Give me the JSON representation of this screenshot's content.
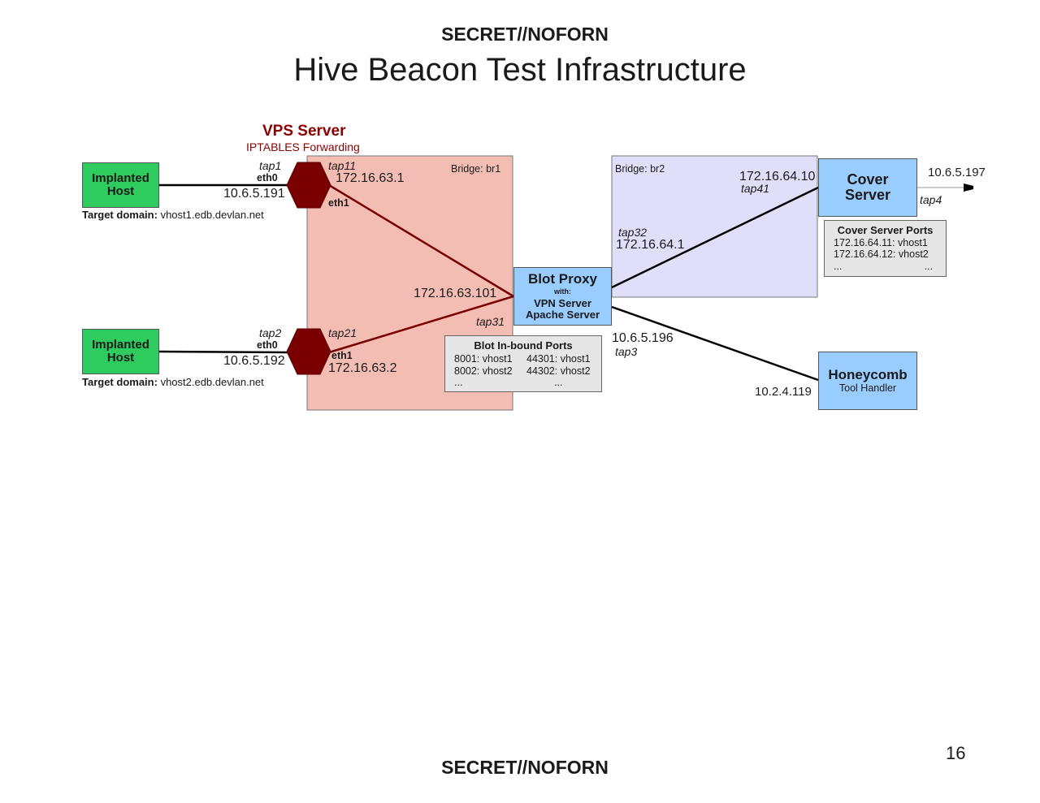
{
  "header": {
    "classification": "SECRET//NOFORN",
    "title": "Hive Beacon Test Infrastructure"
  },
  "footer": {
    "classification": "SECRET//NOFORN",
    "page_number": "16"
  },
  "colors": {
    "host_green": "#2ecc5f",
    "server_blue": "#99ccff",
    "bridge1_fill": "#f4bdb3",
    "bridge2_fill": "#dfdffa",
    "vps_dark_red": "#7a0000",
    "vps_title_red": "#8b0000",
    "ports_box_gray": "#e6e6e6"
  },
  "vps": {
    "title": "VPS Server",
    "subtitle": "IPTABLES Forwarding"
  },
  "bridges": {
    "br1": "Bridge: br1",
    "br2": "Bridge: br2"
  },
  "implanted_hosts": [
    {
      "label_line1": "Implanted",
      "label_line2": "Host",
      "target_label": "Target domain:",
      "target_value": "vhost1.edb.devlan.net",
      "tap": "tap1",
      "eth": "eth0",
      "ip": "10.6.5.191"
    },
    {
      "label_line1": "Implanted",
      "label_line2": "Host",
      "target_label": "Target domain:",
      "target_value": "vhost2.edb.devlan.net",
      "tap": "tap2",
      "eth": "eth0",
      "ip": "10.6.5.192"
    }
  ],
  "vps_interfaces": [
    {
      "tap": "tap11",
      "ip": "172.16.63.1",
      "eth": "eth1"
    },
    {
      "tap": "tap21",
      "ip": "172.16.63.2",
      "eth": "eth1"
    }
  ],
  "blot_proxy": {
    "title": "Blot Proxy",
    "with": "with:",
    "line1": "VPN Server",
    "line2": "Apache Server",
    "br1_ip": "172.16.63.101",
    "br1_tap": "tap31",
    "br2_tap": "tap32",
    "br2_ip": "172.16.64.1",
    "out_ip": "10.6.5.196",
    "out_tap": "tap3"
  },
  "blot_ports": {
    "title": "Blot In-bound Ports",
    "rows": [
      [
        "8001: vhost1",
        "44301: vhost1"
      ],
      [
        "8002: vhost2",
        "44302: vhost2"
      ],
      [
        "...",
        "..."
      ]
    ]
  },
  "cover_server": {
    "line1": "Cover",
    "line2": "Server",
    "in_ip": "172.16.64.10",
    "in_tap": "tap41",
    "out_ip": "10.6.5.197",
    "out_tap": "tap4"
  },
  "cover_ports": {
    "title": "Cover Server Ports",
    "rows": [
      "172.16.64.11: vhost1",
      "172.16.64.12: vhost2"
    ],
    "ellipsis_left": "...",
    "ellipsis_right": "..."
  },
  "honeycomb": {
    "title": "Honeycomb",
    "subtitle": "Tool Handler",
    "ip": "10.2.4.119"
  }
}
